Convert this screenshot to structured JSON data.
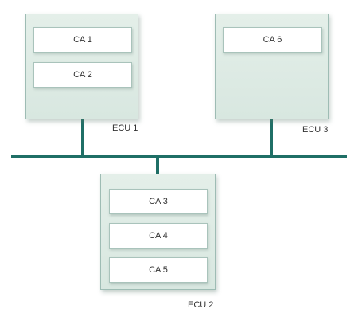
{
  "diagram": {
    "ecus": [
      {
        "label": "ECU 1",
        "cas": [
          "CA 1",
          "CA 2"
        ]
      },
      {
        "label": "ECU 3",
        "cas": [
          "CA 6"
        ]
      },
      {
        "label": "ECU 2",
        "cas": [
          "CA 3",
          "CA 4",
          "CA 5"
        ]
      }
    ]
  }
}
